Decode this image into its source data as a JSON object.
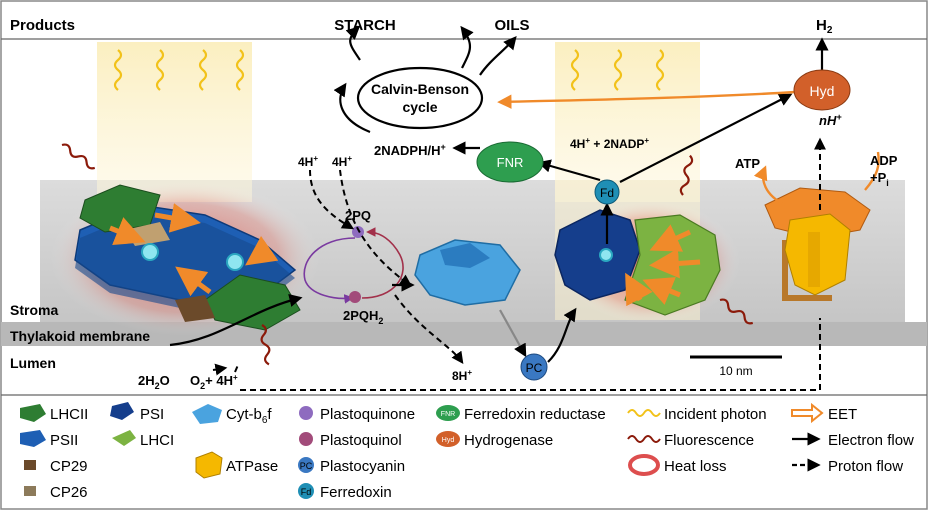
{
  "products": {
    "header": "Products",
    "starch": "STARCH",
    "oils": "OILS",
    "h2": "H",
    "h2_sub": "2"
  },
  "regions": {
    "stroma": "Stroma",
    "membrane": "Thylakoid membrane",
    "lumen": "Lumen"
  },
  "cycle": {
    "line1": "Calvin-Benson",
    "line2": "cycle"
  },
  "labels": {
    "nadph": "2NADPH/H",
    "nadph_sup": "+",
    "h_nadp": "4H",
    "h_nadp_sup1": "+",
    "h_nadp_mid": " + 2NADP",
    "h_nadp_sup2": "+",
    "fnr": "FNR",
    "fd": "Fd",
    "pc": "PC",
    "hyd": "Hyd",
    "nh": "nH",
    "nh_sup": "+",
    "atp": "ATP",
    "adp": "ADP",
    "pi": "+P",
    "pi_sub": "i",
    "h4_a": "4H",
    "h4_b": "4H",
    "h_sup": "+",
    "pq": "2PQ",
    "pqh2": "2PQH",
    "pqh2_sub": "2",
    "h2o": "2H",
    "h2o_sub": "2",
    "h2o_o": "O",
    "o2": "O",
    "o2_sub": "2",
    "o2_plus": "+ 4H",
    "h8": "8H",
    "scale": "10 nm"
  },
  "legend": {
    "col1": [
      "LHCII",
      "PSII",
      "CP29",
      "CP26"
    ],
    "col2": [
      "PSI",
      "LHCI"
    ],
    "col3": [
      "Cyt-b",
      "ATPase"
    ],
    "cyt_sub": "6",
    "cyt_suffix": "f",
    "col4": [
      "Plastoquinone",
      "Plastoquinol",
      "Plastocyanin",
      "Ferredoxin"
    ],
    "col5": [
      "Ferredoxin reductase",
      "Hydrogenase"
    ],
    "col6": [
      "Incident photon",
      "Fluorescence",
      "Heat loss"
    ],
    "col7": [
      "EET",
      "Electron flow",
      "Proton flow"
    ],
    "badge_fnr": "FNR",
    "badge_hyd": "Hyd",
    "badge_pc": "PC",
    "badge_fd": "Fd"
  },
  "colors": {
    "lhcii": "#2e7d32",
    "psii": "#1e5fb4",
    "psi": "#153e8c",
    "lhci": "#7cb342",
    "cyt": "#4aa3df",
    "atpase": "#f5b800",
    "fnr": "#2e9e4f",
    "hyd": "#d2602a",
    "pc": "#3a78c2",
    "fd": "#1f8fb5",
    "pq": "#8e6bbf",
    "pqh2": "#a24b7a",
    "orange": "#f08a2a",
    "wave_red": "#8b1a0a",
    "photon": "#f2c21a"
  }
}
